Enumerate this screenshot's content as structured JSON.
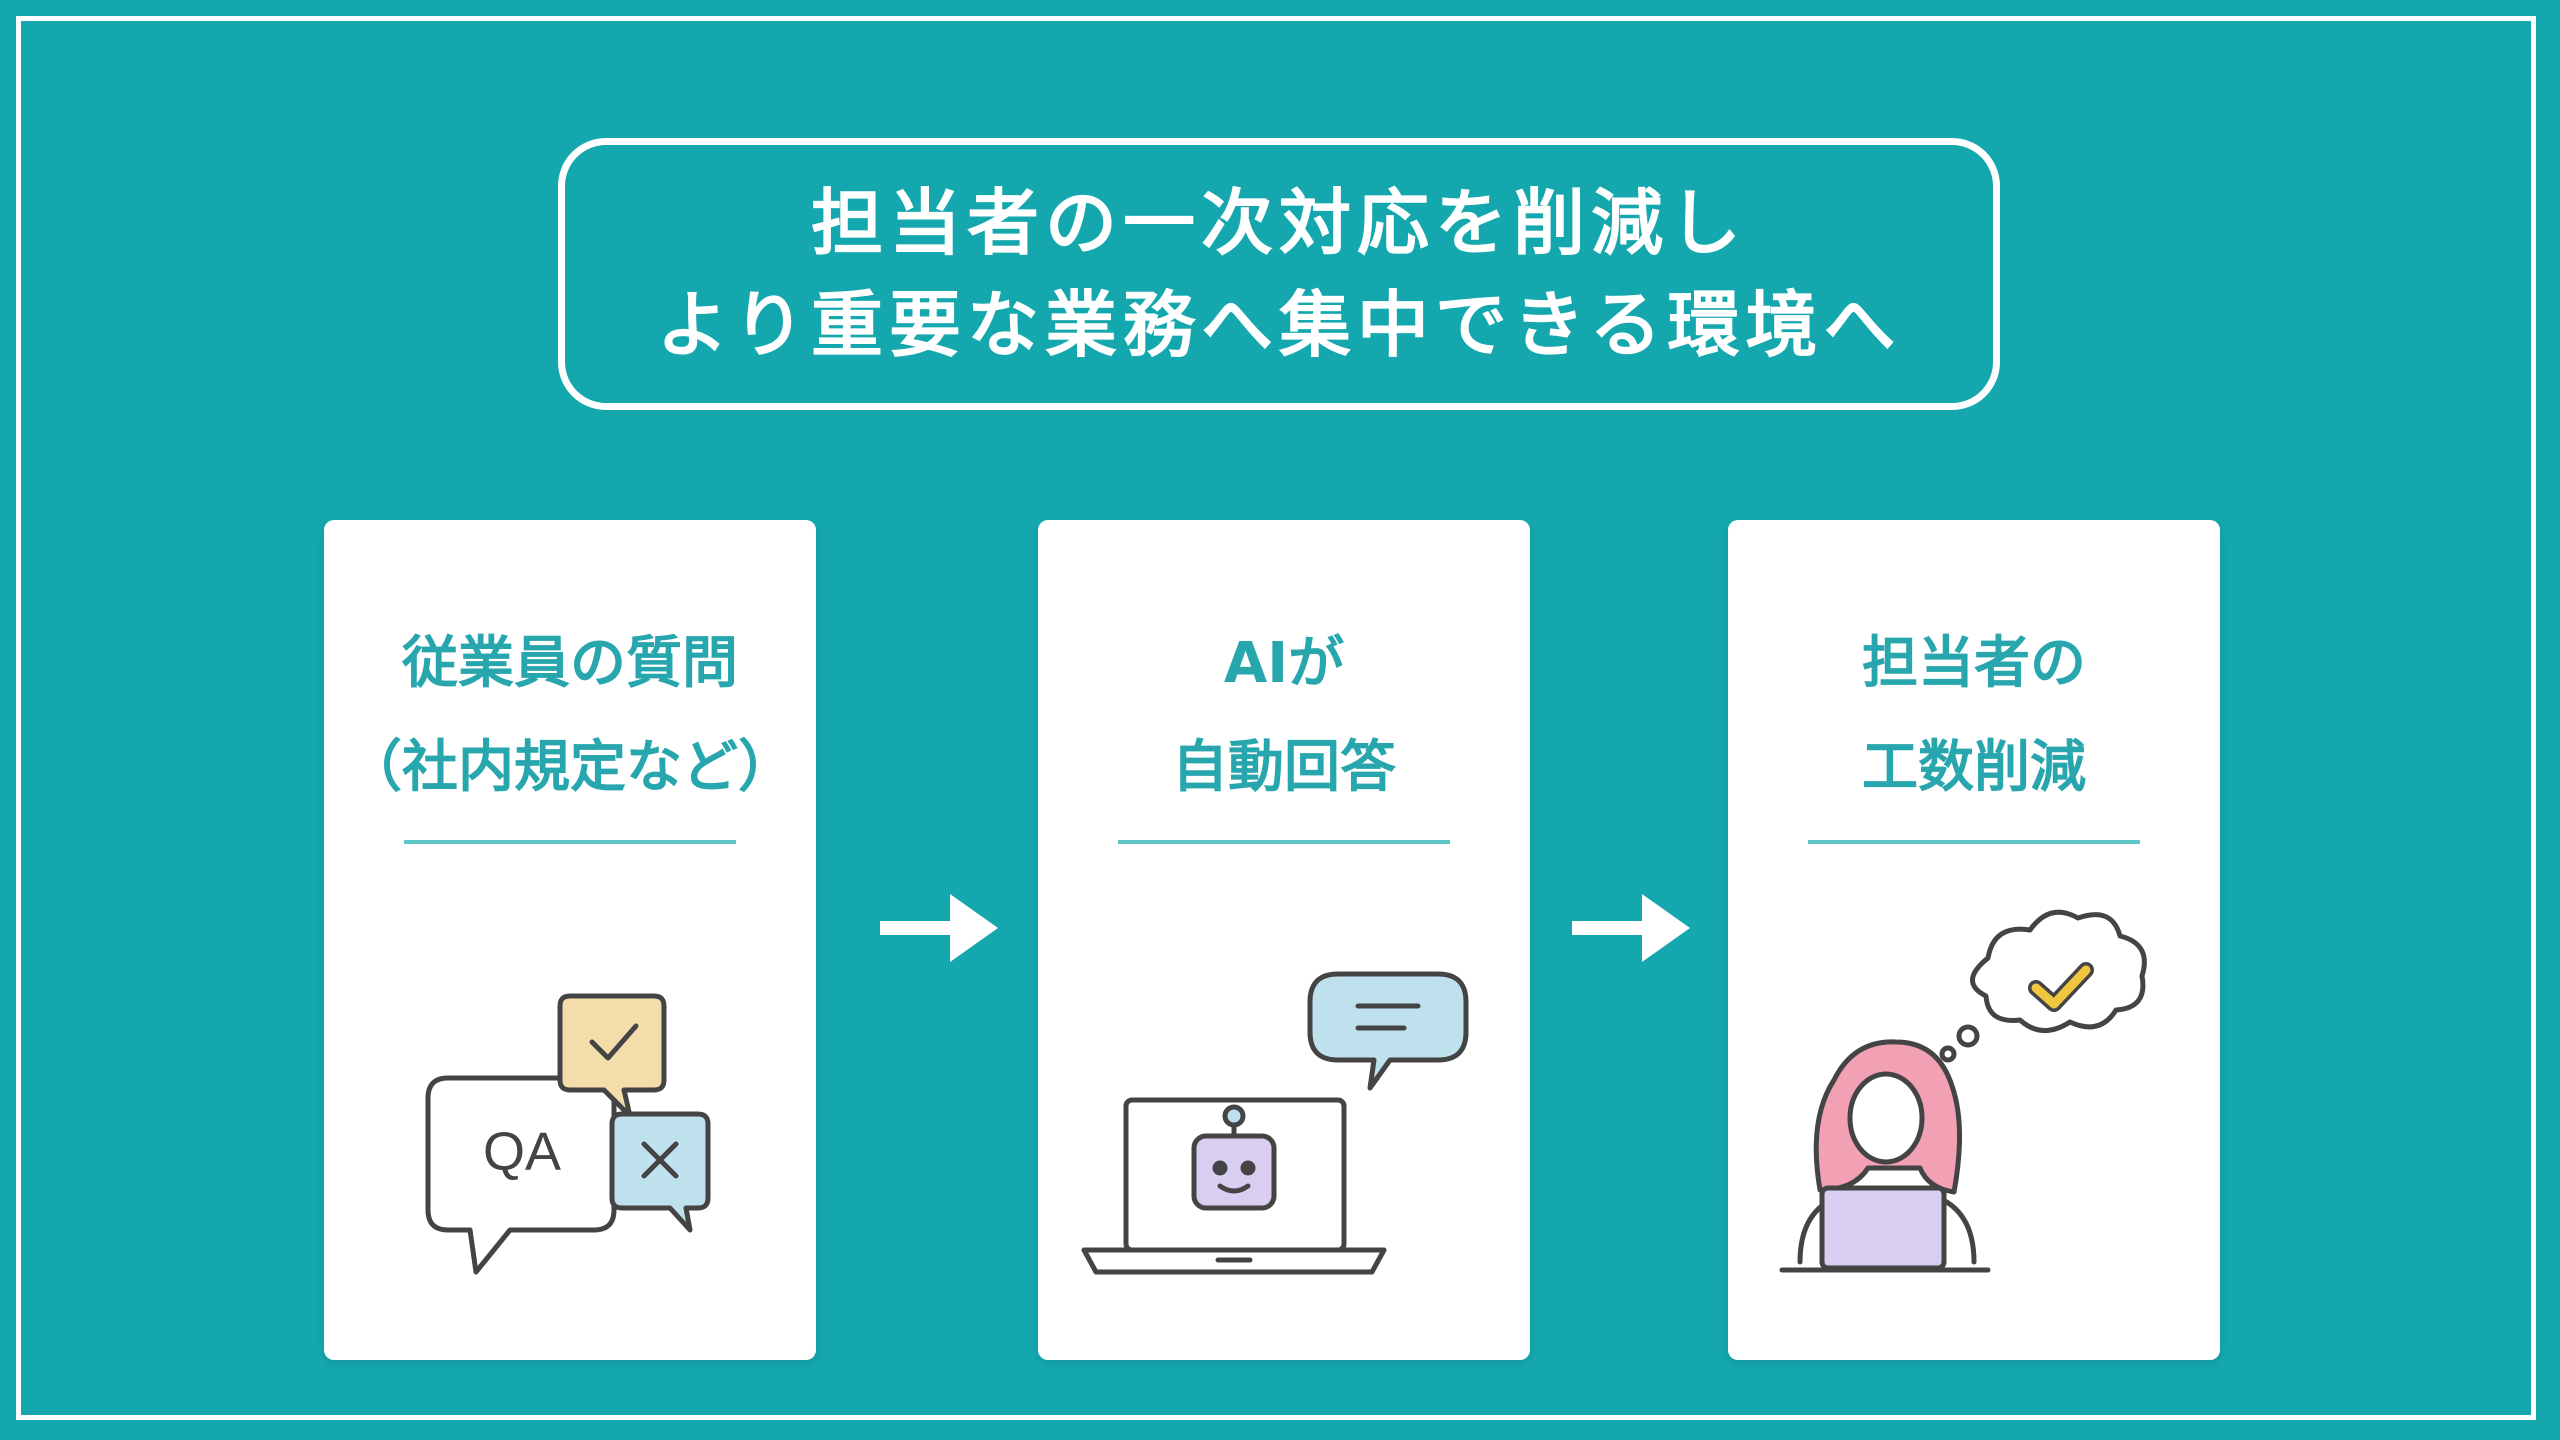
{
  "title": {
    "line1": "担当者の一次対応を削減し",
    "line2": "より重要な業務へ集中できる環境へ"
  },
  "steps": [
    {
      "line1": "従業員の質問",
      "line2": "（社内規定など）",
      "icon": "qa-chat-bubbles-icon",
      "bubble_text": "QA"
    },
    {
      "line1": "AIが",
      "line2": "自動回答",
      "icon": "laptop-robot-icon"
    },
    {
      "line1": "担当者の",
      "line2": "工数削減",
      "icon": "person-laptop-thought-check-icon"
    }
  ],
  "colors": {
    "background": "#14a8ae",
    "card": "#ffffff",
    "heading_text": "#27a6ae",
    "accent_yellow": "#f3ddaa",
    "accent_blue": "#bfe1ee",
    "accent_purple": "#d9cdf2",
    "accent_pink": "#f2a0b3"
  }
}
